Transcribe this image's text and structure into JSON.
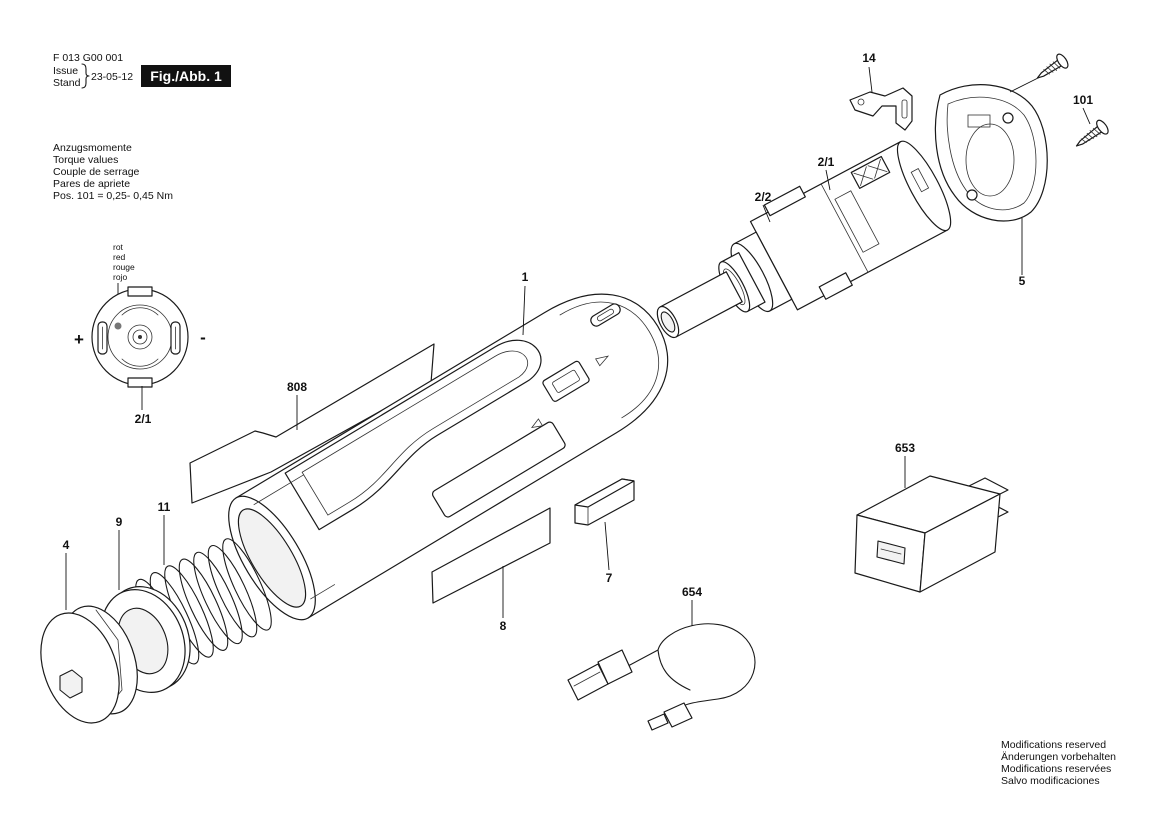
{
  "header": {
    "doc_number": "F 013 G00 001",
    "issue_label": "Issue",
    "stand_label": "Stand",
    "date": "23-05-12",
    "figure_label": "Fig./Abb. 1"
  },
  "torque": {
    "lines": [
      "Anzugsmomente",
      "Torque values",
      "Couple de serrage",
      "Pares de apriete",
      "Pos. 101 = 0,25- 0,45 Nm"
    ]
  },
  "connector": {
    "color_lines": [
      "rot",
      "red",
      "rouge",
      "rojo"
    ],
    "plus": "+",
    "minus": "-",
    "label": "2/1"
  },
  "parts": {
    "p14": "14",
    "p101": "101",
    "p2_1": "2/1",
    "p2_2": "2/2",
    "p5": "5",
    "p1": "1",
    "p808": "808",
    "p653": "653",
    "p11": "11",
    "p9": "9",
    "p4": "4",
    "p7": "7",
    "p654": "654",
    "p8": "8"
  },
  "footer": {
    "lines": [
      "Modifications reserved",
      "Änderungen vorbehalten",
      "Modifications reservées",
      "Salvo modificaciones"
    ]
  }
}
